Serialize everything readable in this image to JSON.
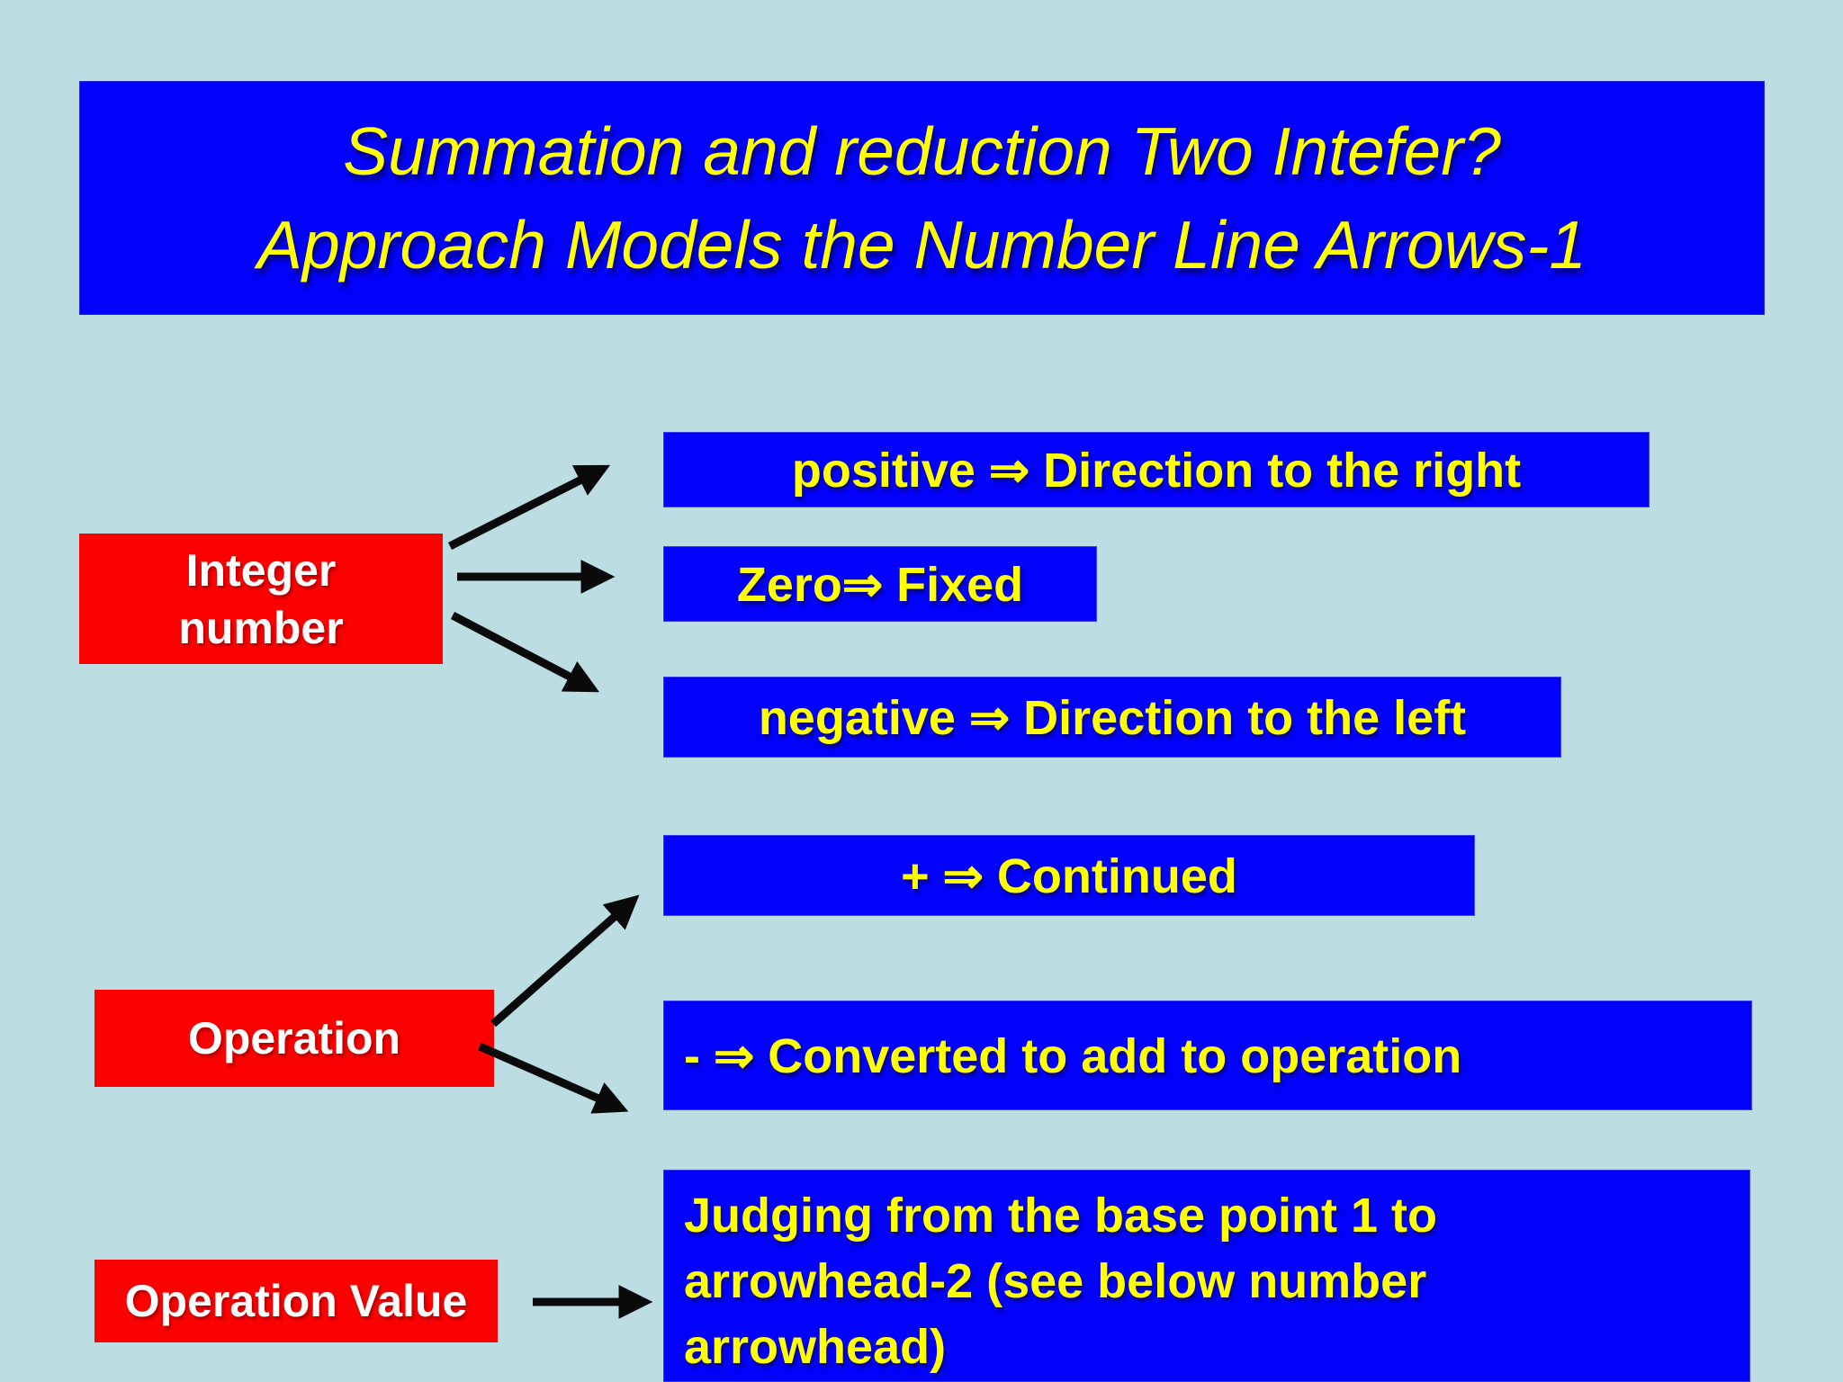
{
  "slide": {
    "background_color": "#bcdde2",
    "box_blue_color": "#0202fa",
    "box_red_color": "#fb0100",
    "text_yellow_color": "#ffff00",
    "text_white_color": "#ffffff",
    "arrow_color": "#0a0a0a"
  },
  "title": {
    "line1": "Summation and reduction Two Intefer?",
    "line2": "Approach Models the Number Line Arrows-1"
  },
  "nodes": {
    "integer": {
      "line1": "Integer",
      "line2": "number"
    },
    "operation": {
      "label": "Operation"
    },
    "operation_value": {
      "label": "Operation Value"
    }
  },
  "branches": {
    "positive": "positive ⇒ Direction to the right",
    "zero": "Zero⇒ Fixed",
    "negative": "negative ⇒ Direction to the left",
    "plus": "+ ⇒ Continued",
    "minus": "- ⇒ Converted to add to operation",
    "judging": {
      "line1": "Judging from the base point 1 to",
      "line2": "arrowhead-2 (see below number",
      "line3": "arrowhead)"
    }
  }
}
